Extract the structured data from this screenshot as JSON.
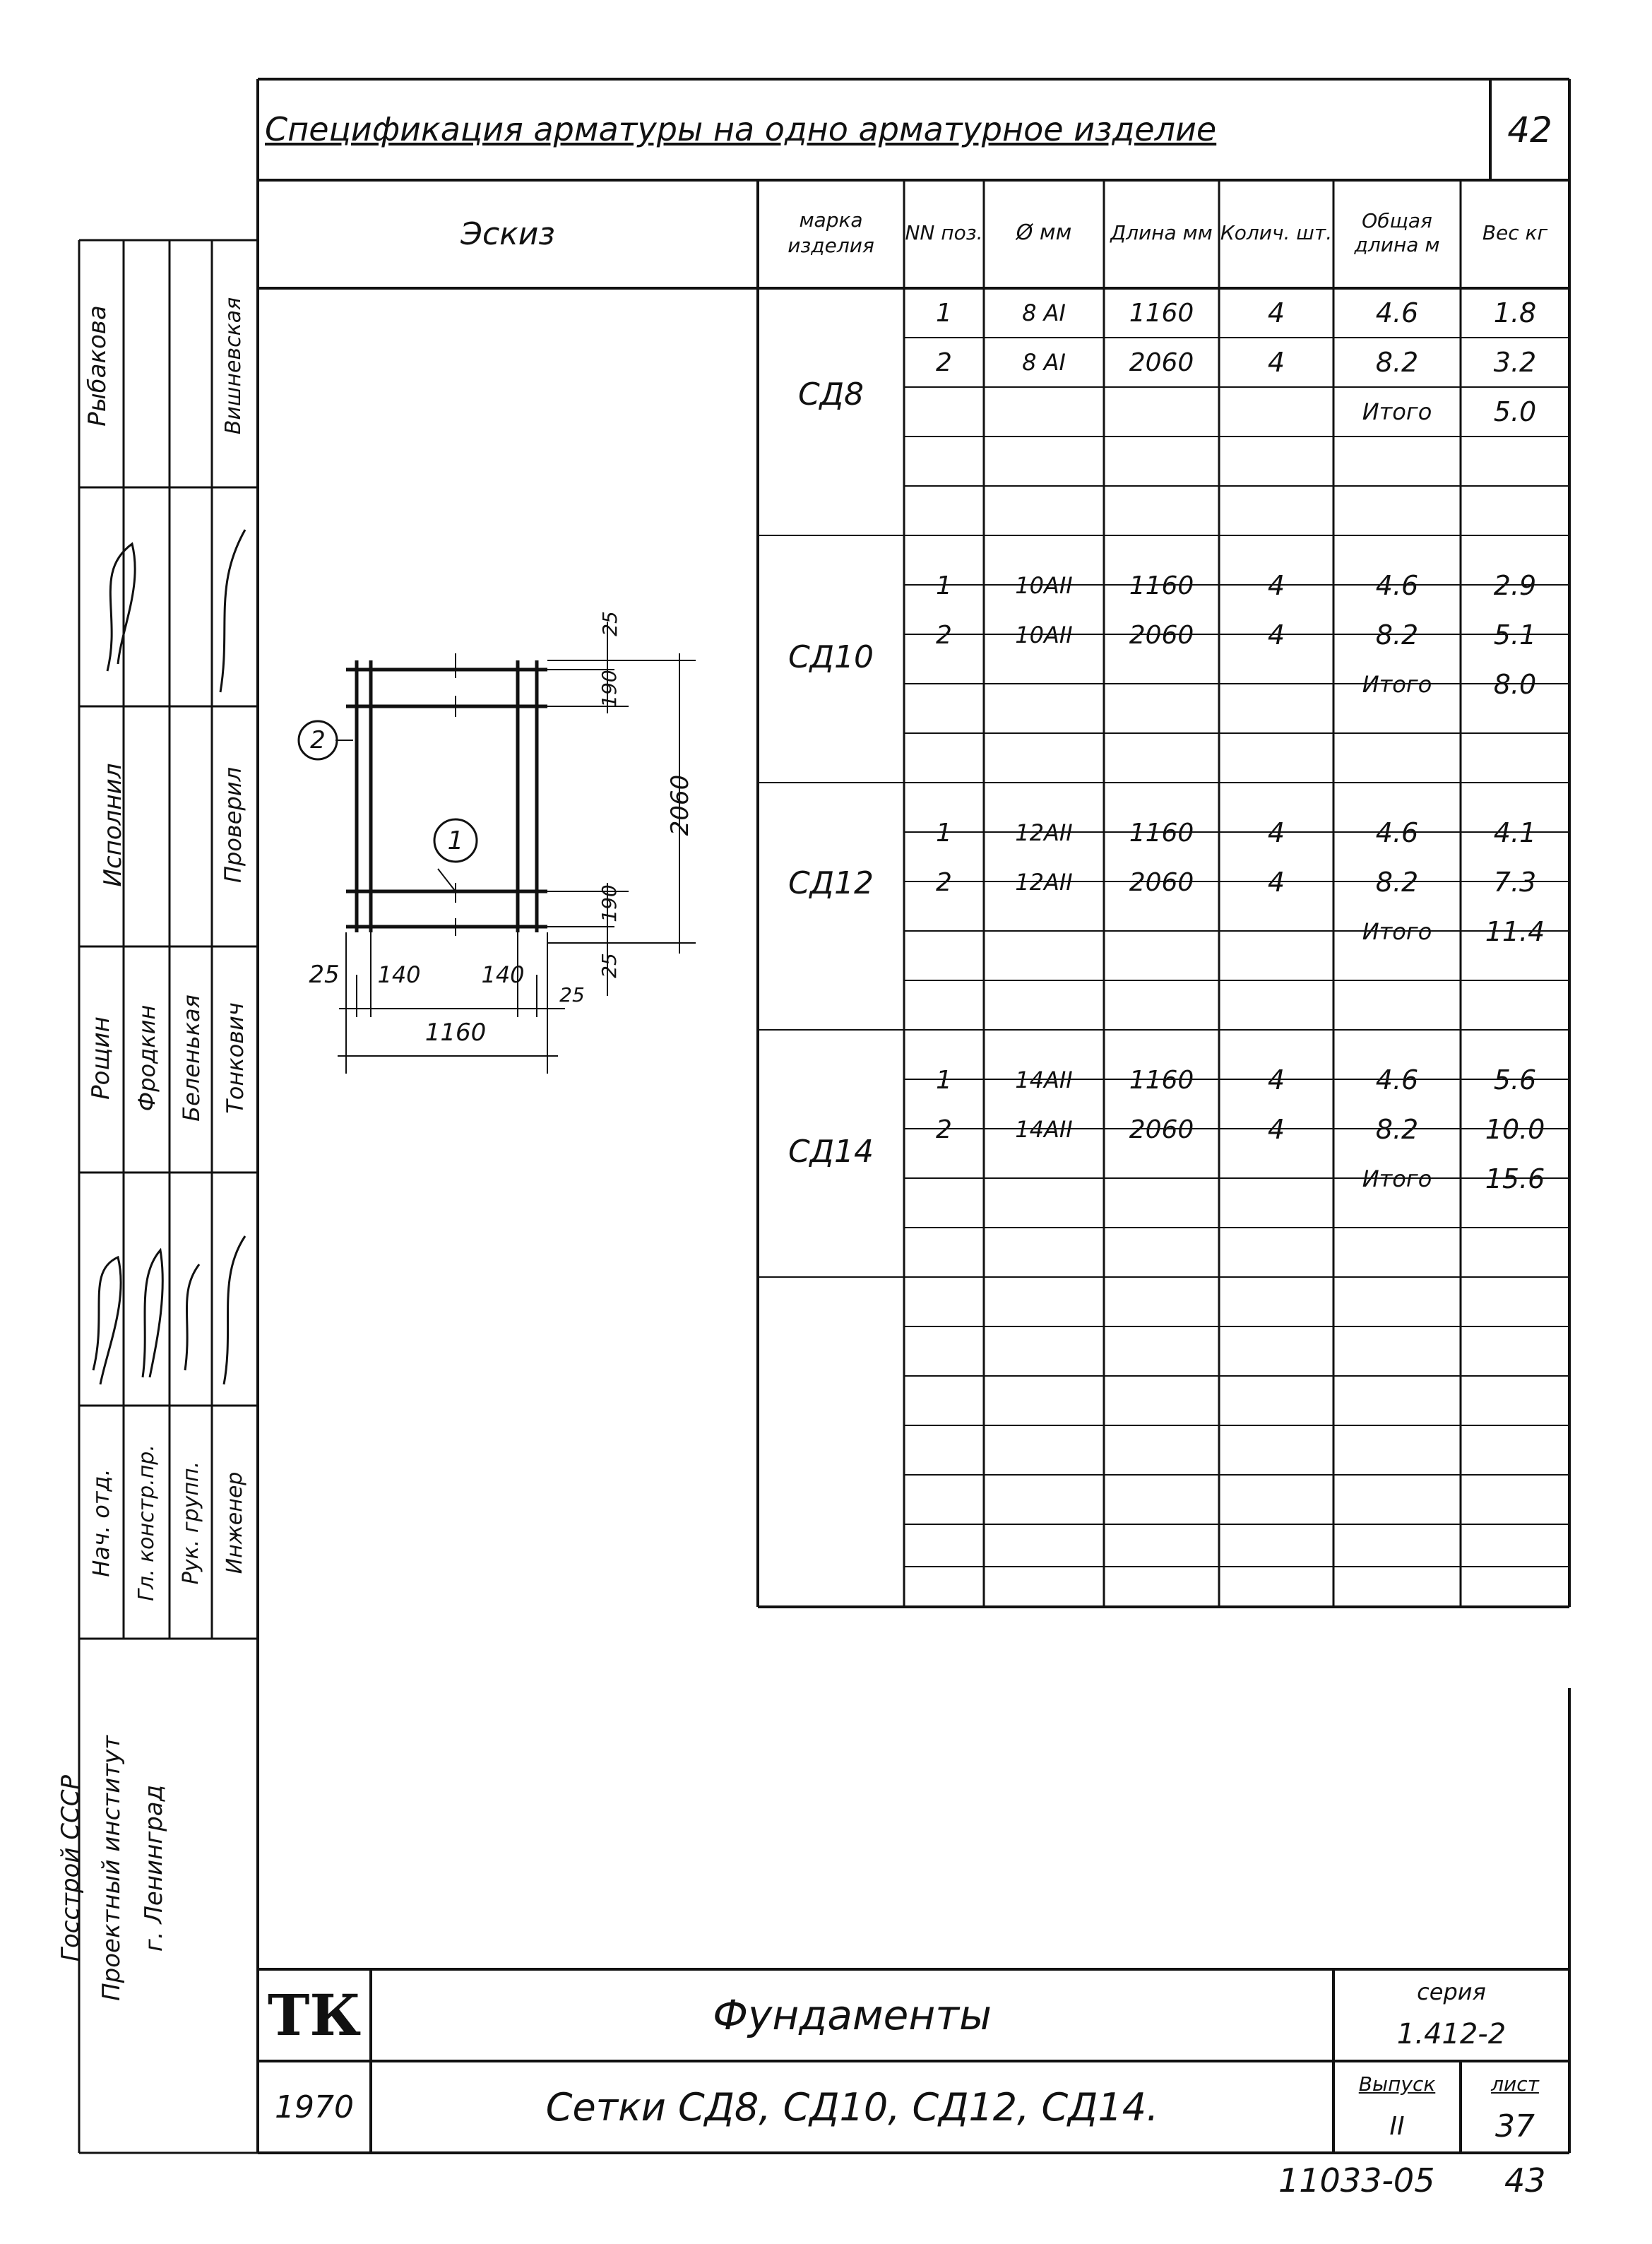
{
  "title": "Спецификация арматуры на одно арматурное изделие",
  "page_number": "42",
  "sketch_header": "Эскиз",
  "columns": {
    "mark": "марка изделия",
    "pos": "NN поз.",
    "diam": "Ø мм",
    "length": "Длина мм",
    "qty": "Колич. шт.",
    "total_len": "Общая длина м",
    "weight": "Вес кг"
  },
  "groups": [
    {
      "mark": "СД8",
      "rows": [
        {
          "pos": "1",
          "diam": "8 АI",
          "length": "1160",
          "qty": "4",
          "total": "4.6",
          "weight": "1.8"
        },
        {
          "pos": "2",
          "diam": "8 АI",
          "length": "2060",
          "qty": "4",
          "total": "8.2",
          "weight": "3.2"
        }
      ],
      "sum_label": "Итого",
      "sum": "5.0"
    },
    {
      "mark": "СД10",
      "rows": [
        {
          "pos": "1",
          "diam": "10АII",
          "length": "1160",
          "qty": "4",
          "total": "4.6",
          "weight": "2.9"
        },
        {
          "pos": "2",
          "diam": "10АII",
          "length": "2060",
          "qty": "4",
          "total": "8.2",
          "weight": "5.1"
        }
      ],
      "sum_label": "Итого",
      "sum": "8.0"
    },
    {
      "mark": "СД12",
      "rows": [
        {
          "pos": "1",
          "diam": "12АII",
          "length": "1160",
          "qty": "4",
          "total": "4.6",
          "weight": "4.1"
        },
        {
          "pos": "2",
          "diam": "12АII",
          "length": "2060",
          "qty": "4",
          "total": "8.2",
          "weight": "7.3"
        }
      ],
      "sum_label": "Итого",
      "sum": "11.4"
    },
    {
      "mark": "СД14",
      "rows": [
        {
          "pos": "1",
          "diam": "14АII",
          "length": "1160",
          "qty": "4",
          "total": "4.6",
          "weight": "5.6"
        },
        {
          "pos": "2",
          "diam": "14АII",
          "length": "2060",
          "qty": "4",
          "total": "8.2",
          "weight": "10.0"
        }
      ],
      "sum_label": "Итого",
      "sum": "15.6"
    }
  ],
  "sketch": {
    "dim_2060": "2060",
    "dim_1160": "1160",
    "dim_25_top": "25",
    "dim_190_top": "190",
    "dim_190_bottom": "190",
    "dim_25_bottom": "25",
    "dim_25_left": "25",
    "dim_140_left": "140",
    "dim_140_right": "140",
    "dim_25_right": "25",
    "pos1": "1",
    "pos2": "2"
  },
  "stamp": {
    "org_lines": [
      "Госстрой СССР",
      "Проектный институт",
      "г. Ленинград"
    ],
    "roles": [
      "Нач. отд.",
      "Гл. констр.пр.",
      "Рук. групп.",
      "Инженер"
    ],
    "names": [
      "Рощин",
      "Фродкин",
      "Беленькая",
      "Тонкович"
    ],
    "checked_roles": [
      "Исполнил",
      "Проверил"
    ],
    "checked_names": [
      "Рыбакова",
      "Вишневская"
    ],
    "logo": "ТК",
    "year": "1970",
    "subject": "Фундаменты",
    "drawing_title": "Сетки СД8, СД10, СД12, СД14.",
    "series_label": "серия",
    "series": "1.412-2",
    "issue_label": "Выпуск",
    "issue": "II",
    "sheet_label": "лист",
    "sheet": "37"
  },
  "footer_code": "11033-05",
  "footer_page": "43"
}
